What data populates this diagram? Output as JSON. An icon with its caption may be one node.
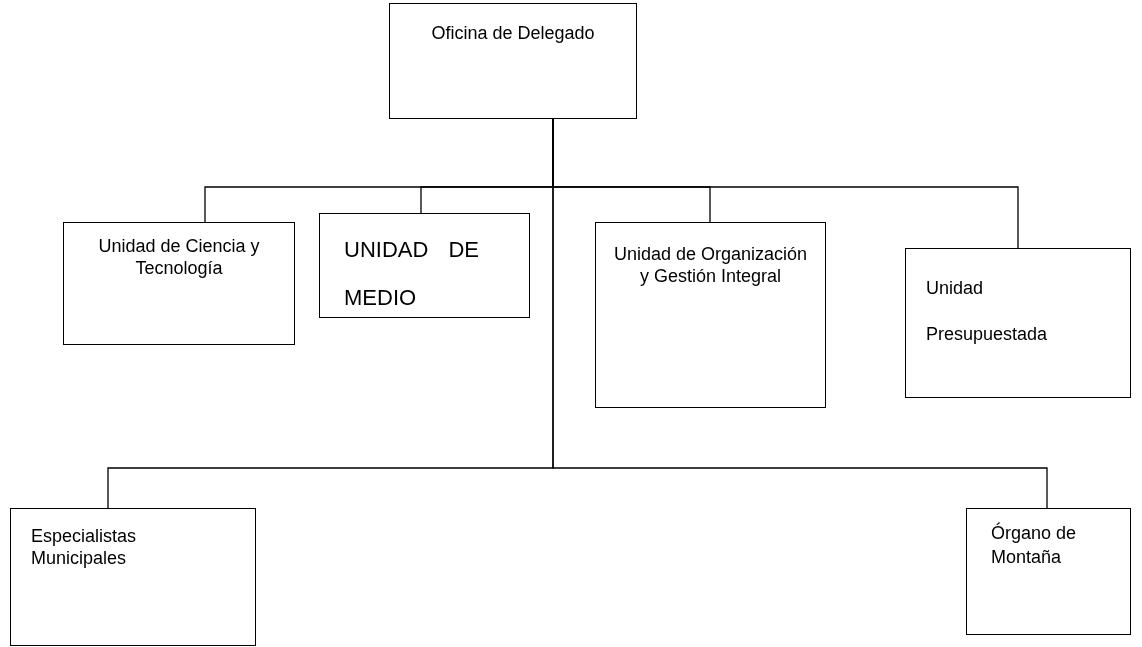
{
  "diagram": {
    "nodes": [
      {
        "text": [
          "Oficina de Delegado"
        ]
      },
      {
        "text": [
          "Unidad de Ciencia y Tecnología"
        ]
      },
      {
        "text": [
          "UNIDAD DE MEDIO"
        ]
      },
      {
        "text": [
          "Unidad de Organización y Gestión Integral"
        ]
      },
      {
        "text": [
          "Unidad Presupuestada"
        ]
      },
      {
        "text": [
          "Especialistas Municipales"
        ]
      },
      {
        "text": [
          "Órgano de Montaña"
        ]
      }
    ],
    "edges": [
      {
        "from": 0,
        "to": 1,
        "arrow": "none"
      },
      {
        "from": 0,
        "to": 2,
        "arrow": "none"
      },
      {
        "from": 0,
        "to": 3,
        "arrow": "none"
      },
      {
        "from": 0,
        "to": 4,
        "arrow": "none"
      },
      {
        "from": 0,
        "to": 5,
        "arrow": "none"
      },
      {
        "from": 0,
        "to": 6,
        "arrow": "none"
      }
    ]
  }
}
